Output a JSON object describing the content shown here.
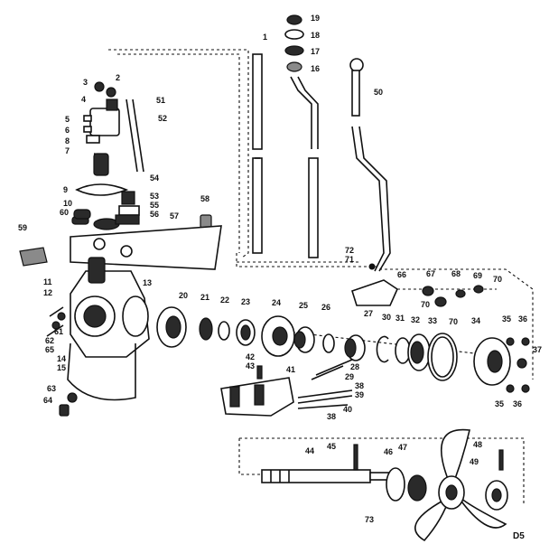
{
  "diagram": {
    "code": "D5",
    "labels": [
      "1",
      "2",
      "3",
      "4",
      "5",
      "6",
      "7",
      "8",
      "9",
      "10",
      "11",
      "12",
      "13",
      "14",
      "15",
      "16",
      "17",
      "18",
      "19",
      "20",
      "21",
      "22",
      "23",
      "24",
      "25",
      "26",
      "27",
      "28",
      "29",
      "30",
      "31",
      "32",
      "33",
      "34",
      "35",
      "36",
      "37",
      "38",
      "39",
      "40",
      "41",
      "42",
      "43",
      "44",
      "45",
      "46",
      "47",
      "48",
      "49",
      "50",
      "51",
      "52",
      "53",
      "54",
      "55",
      "56",
      "57",
      "58",
      "59",
      "60",
      "61",
      "62",
      "63",
      "64",
      "65",
      "66",
      "67",
      "68",
      "69",
      "70",
      "71",
      "72",
      "73"
    ],
    "duplicate_labels": [
      "35",
      "36",
      "38",
      "70",
      "70"
    ]
  }
}
